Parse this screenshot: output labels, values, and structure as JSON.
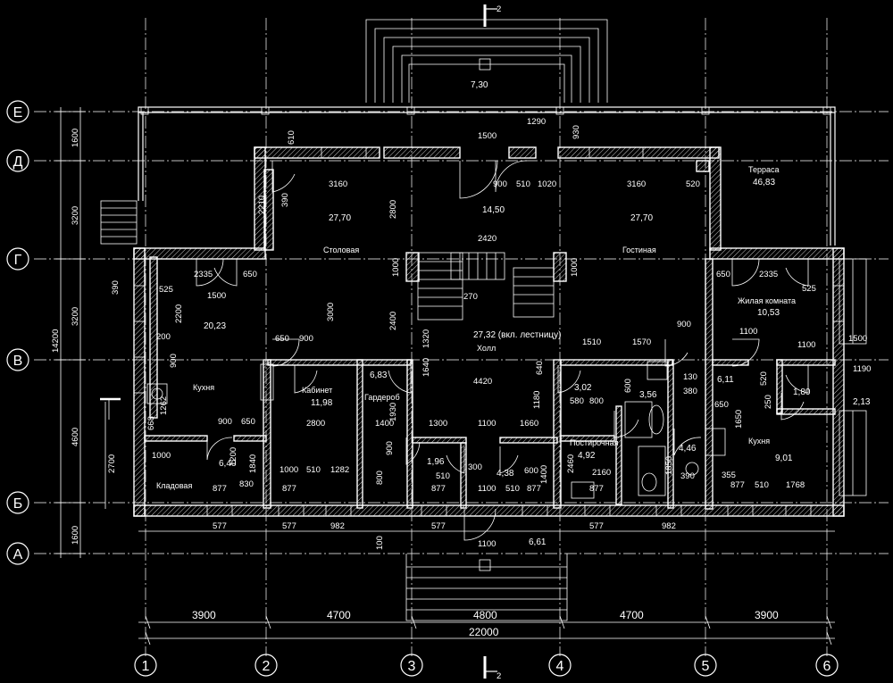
{
  "axes_letters": [
    "Е",
    "Д",
    "Г",
    "В",
    "Б",
    "А"
  ],
  "axes_numbers": [
    "1",
    "2",
    "3",
    "4",
    "5",
    "6"
  ],
  "section_marks": [
    "2",
    "2"
  ],
  "bottom_dims": {
    "segments": [
      "3900",
      "4700",
      "4800",
      "4700",
      "3900"
    ],
    "total": "22000"
  },
  "left_dims": {
    "segments": [
      "1600",
      "3200",
      "3200",
      "4600",
      "1600"
    ],
    "total": "14200",
    "extra": [
      "390",
      "2700"
    ]
  },
  "rooms": [
    {
      "name": "Терраса",
      "area": "46,83"
    },
    {
      "name": "",
      "area": "7,30"
    },
    {
      "name": "",
      "area": "14,50"
    },
    {
      "name": "Столовая",
      "area": "27,70"
    },
    {
      "name": "Гостиная",
      "area": "27,70"
    },
    {
      "name": "Холл",
      "area": "27,32 (вкл. лестницу)"
    },
    {
      "name": "Жилая комната",
      "area": "10,53"
    },
    {
      "name": "Кухня",
      "area": "20,23"
    },
    {
      "name": "Кабинет",
      "area": "11,98"
    },
    {
      "name": "Гардероб",
      "area": "6,83"
    },
    {
      "name": "Кладовая",
      "area": "6,40"
    },
    {
      "name": "Постирочная",
      "area": "4,92"
    },
    {
      "name": "Кухня",
      "area": "9,01"
    },
    {
      "name": "",
      "area": "6,11"
    },
    {
      "name": "",
      "area": "1,80"
    },
    {
      "name": "",
      "area": "2,13"
    },
    {
      "name": "",
      "area": "3,02"
    },
    {
      "name": "",
      "area": "3,56"
    },
    {
      "name": "",
      "area": "1,96"
    },
    {
      "name": "",
      "area": "4,38"
    },
    {
      "name": "",
      "area": "4,46"
    },
    {
      "name": "",
      "area": "6,61"
    }
  ],
  "inner_dims": [
    "610",
    "1290",
    "930",
    "1500",
    "3160",
    "2800",
    "3160",
    "520",
    "900",
    "510",
    "1020",
    "2210",
    "390",
    "2420",
    "1000",
    "1000",
    "2335",
    "650",
    "525",
    "1500",
    "2200",
    "3000",
    "2400",
    "1320",
    "270",
    "650",
    "900",
    "200",
    "900",
    "1510",
    "1570",
    "900",
    "2335",
    "650",
    "525",
    "1500",
    "1100",
    "1190",
    "4420",
    "510",
    "1640",
    "640",
    "1180",
    "580",
    "800",
    "600",
    "130",
    "380",
    "650",
    "1650",
    "520",
    "250",
    "1262",
    "668",
    "900",
    "650",
    "1840",
    "2800",
    "1400",
    "1930",
    "1300",
    "1100",
    "1660",
    "1000",
    "1200",
    "830",
    "1000",
    "510",
    "1282",
    "877",
    "877",
    "877",
    "877",
    "877",
    "877",
    "800",
    "900",
    "510",
    "300",
    "600",
    "1400",
    "2460",
    "2160",
    "1850",
    "390",
    "355",
    "510",
    "1768",
    "100",
    "1100",
    "510",
    "1100",
    "577",
    "577",
    "982",
    "577",
    "577",
    "982",
    "2200"
  ]
}
